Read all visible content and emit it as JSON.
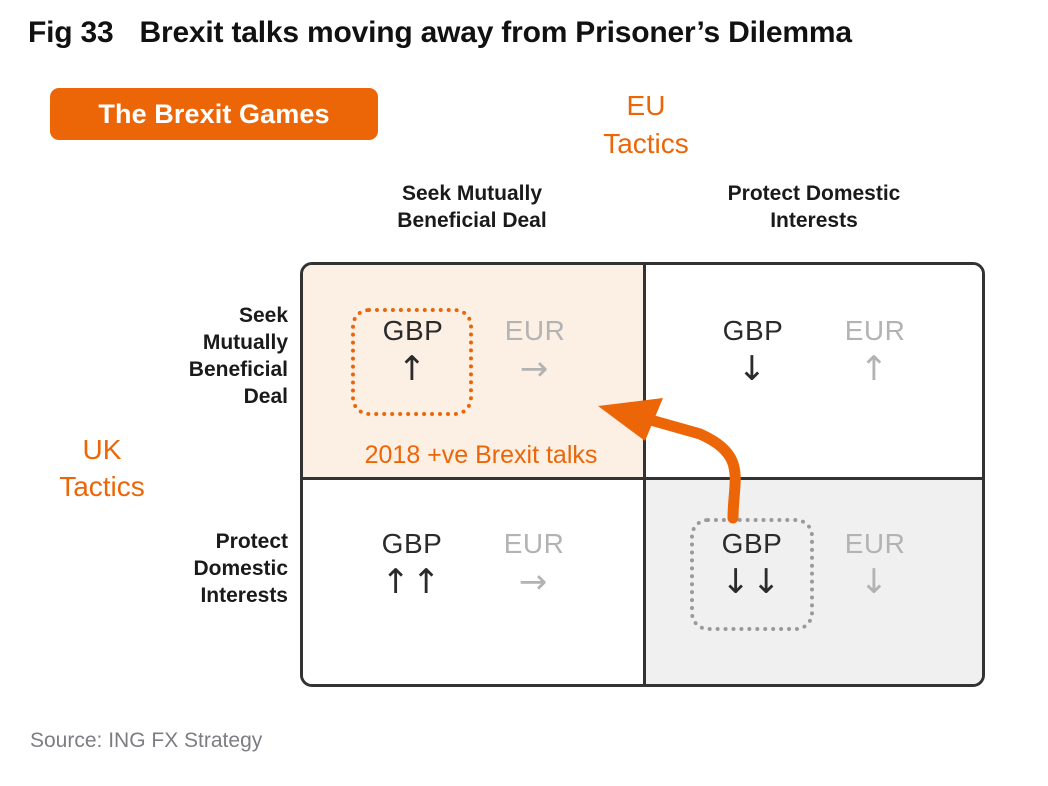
{
  "figure": {
    "number": "Fig 33",
    "title": "Brexit talks moving away from Prisoner’s Dilemma",
    "badge": "The Brexit Games",
    "source": "Source: ING FX Strategy"
  },
  "colors": {
    "accent_orange": "#ec6608",
    "highlight_fill": "#fcefe4",
    "shaded_fill": "#f0f0f0",
    "border_dark": "#333333",
    "gbp_text": "#2b2b2b",
    "eur_text": "#b3b3b3",
    "source_text": "#7d7d83"
  },
  "axes": {
    "column_axis_label": "EU\nTactics",
    "column_axis_label_line1": "EU",
    "column_axis_label_line2": "Tactics",
    "row_axis_label_line1": "UK",
    "row_axis_label_line2": "Tactics",
    "column_headers": [
      "Seek Mutually\nBeneficial Deal",
      "Protect Domestic\nInterests"
    ],
    "column_headers_lines": [
      [
        "Seek Mutually",
        "Beneficial Deal"
      ],
      [
        "Protect Domestic",
        "Interests"
      ]
    ],
    "row_headers_lines": [
      [
        "Seek",
        "Mutually",
        "Beneficial",
        "Deal"
      ],
      [
        "Protect",
        "Domestic",
        "Interests"
      ]
    ]
  },
  "chart_data": {
    "type": "table",
    "title": "The Brexit Games",
    "xlabel": "EU Tactics",
    "ylabel": "UK Tactics",
    "categories_x": [
      "Seek Mutually Beneficial Deal",
      "Protect Domestic Interests"
    ],
    "categories_y": [
      "Seek Mutually Beneficial Deal",
      "Protect Domestic Interests"
    ],
    "cells": [
      {
        "id": "top-left",
        "uk_tactic": "Seek Mutually Beneficial Deal",
        "eu_tactic": "Seek Mutually Beneficial Deal",
        "fill": "#fcefe4",
        "highlighted": true,
        "highlight_color": "#ec6608",
        "annotation": "2018 +ve Brexit talks",
        "gbp": {
          "label": "GBP",
          "arrows": "↑",
          "direction": "up",
          "magnitude": 1
        },
        "eur": {
          "label": "EUR",
          "arrows": "→",
          "direction": "flat",
          "magnitude": 0
        }
      },
      {
        "id": "top-right",
        "uk_tactic": "Seek Mutually Beneficial Deal",
        "eu_tactic": "Protect Domestic Interests",
        "fill": "#ffffff",
        "highlighted": false,
        "gbp": {
          "label": "GBP",
          "arrows": "↓",
          "direction": "down",
          "magnitude": 1
        },
        "eur": {
          "label": "EUR",
          "arrows": "↑",
          "direction": "up",
          "magnitude": 1
        }
      },
      {
        "id": "bottom-left",
        "uk_tactic": "Protect Domestic Interests",
        "eu_tactic": "Seek Mutually Beneficial Deal",
        "fill": "#ffffff",
        "highlighted": false,
        "gbp": {
          "label": "GBP",
          "arrows": "↑↑",
          "direction": "up",
          "magnitude": 2
        },
        "eur": {
          "label": "EUR",
          "arrows": "→",
          "direction": "flat",
          "magnitude": 0
        }
      },
      {
        "id": "bottom-right",
        "uk_tactic": "Protect Domestic Interests",
        "eu_tactic": "Protect Domestic Interests",
        "fill": "#f0f0f0",
        "highlighted": true,
        "highlight_color": "#9a9a9a",
        "gbp": {
          "label": "GBP",
          "arrows": "↓↓",
          "direction": "down",
          "magnitude": 2
        },
        "eur": {
          "label": "EUR",
          "arrows": "↓",
          "direction": "down",
          "magnitude": 1
        }
      }
    ],
    "annotation_arrow": {
      "from_cell": "bottom-right",
      "to_cell": "top-left",
      "color": "#ec6608",
      "meaning": "Brexit talks moving away from Prisoner’s Dilemma"
    }
  }
}
